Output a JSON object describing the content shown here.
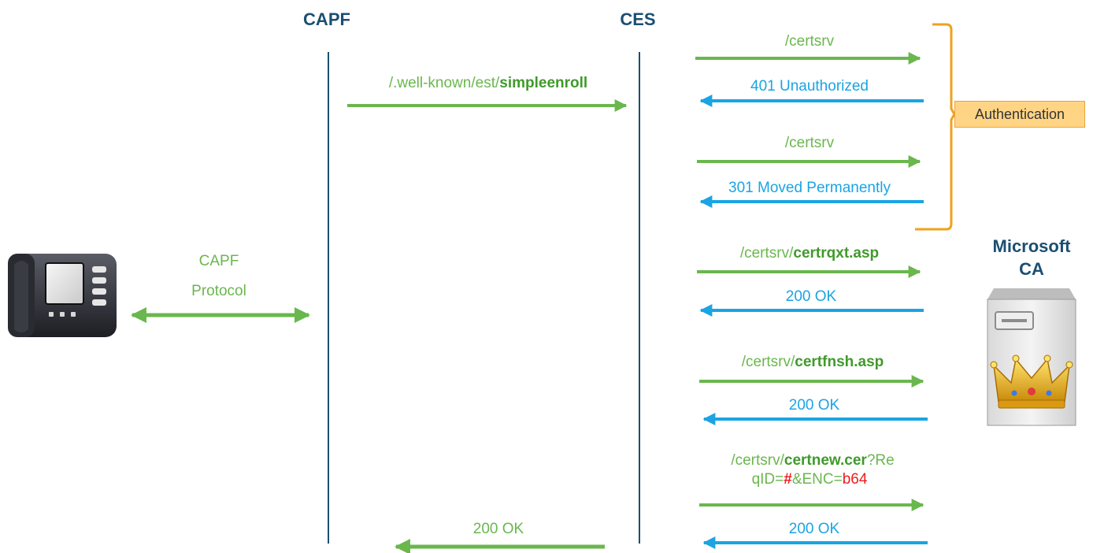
{
  "participants": {
    "capf": "CAPF",
    "ces": "CES",
    "ca_line1": "Microsoft",
    "ca_line2": "CA"
  },
  "phone_link": {
    "line1": "CAPF",
    "line2": "Protocol"
  },
  "capf_to_ces": {
    "prefix": "/.well-known/est/",
    "bold": "simpleenroll"
  },
  "ces_to_capf": "200 OK",
  "ces_ca_messages": {
    "m1": "/certsrv",
    "m2": "401 Unauthorized",
    "m3": "/certsrv",
    "m4": "301 Moved Permanently",
    "m5_prefix": "/certsrv/",
    "m5_bold": "certrqxt.asp",
    "m6": "200 OK",
    "m7_prefix": "/certsrv/",
    "m7_bold": "certfnsh.asp",
    "m8": "200 OK",
    "m9_prefix": "/certsrv/",
    "m9_bold_a": "certnew.cer",
    "m9_rest_a": "?Re",
    "m9_rest_b": "qID=",
    "m9_hash": "#",
    "m9_mid": "&ENC=",
    "m9_b64": "b64",
    "m10": "200 OK"
  },
  "authentication_label": "Authentication",
  "colors": {
    "request": "#6ab74e",
    "response": "#1aa4e4",
    "lifeline": "#1b4f72",
    "bracket": "#f0a21c",
    "highlight": "#ee1c1c"
  }
}
